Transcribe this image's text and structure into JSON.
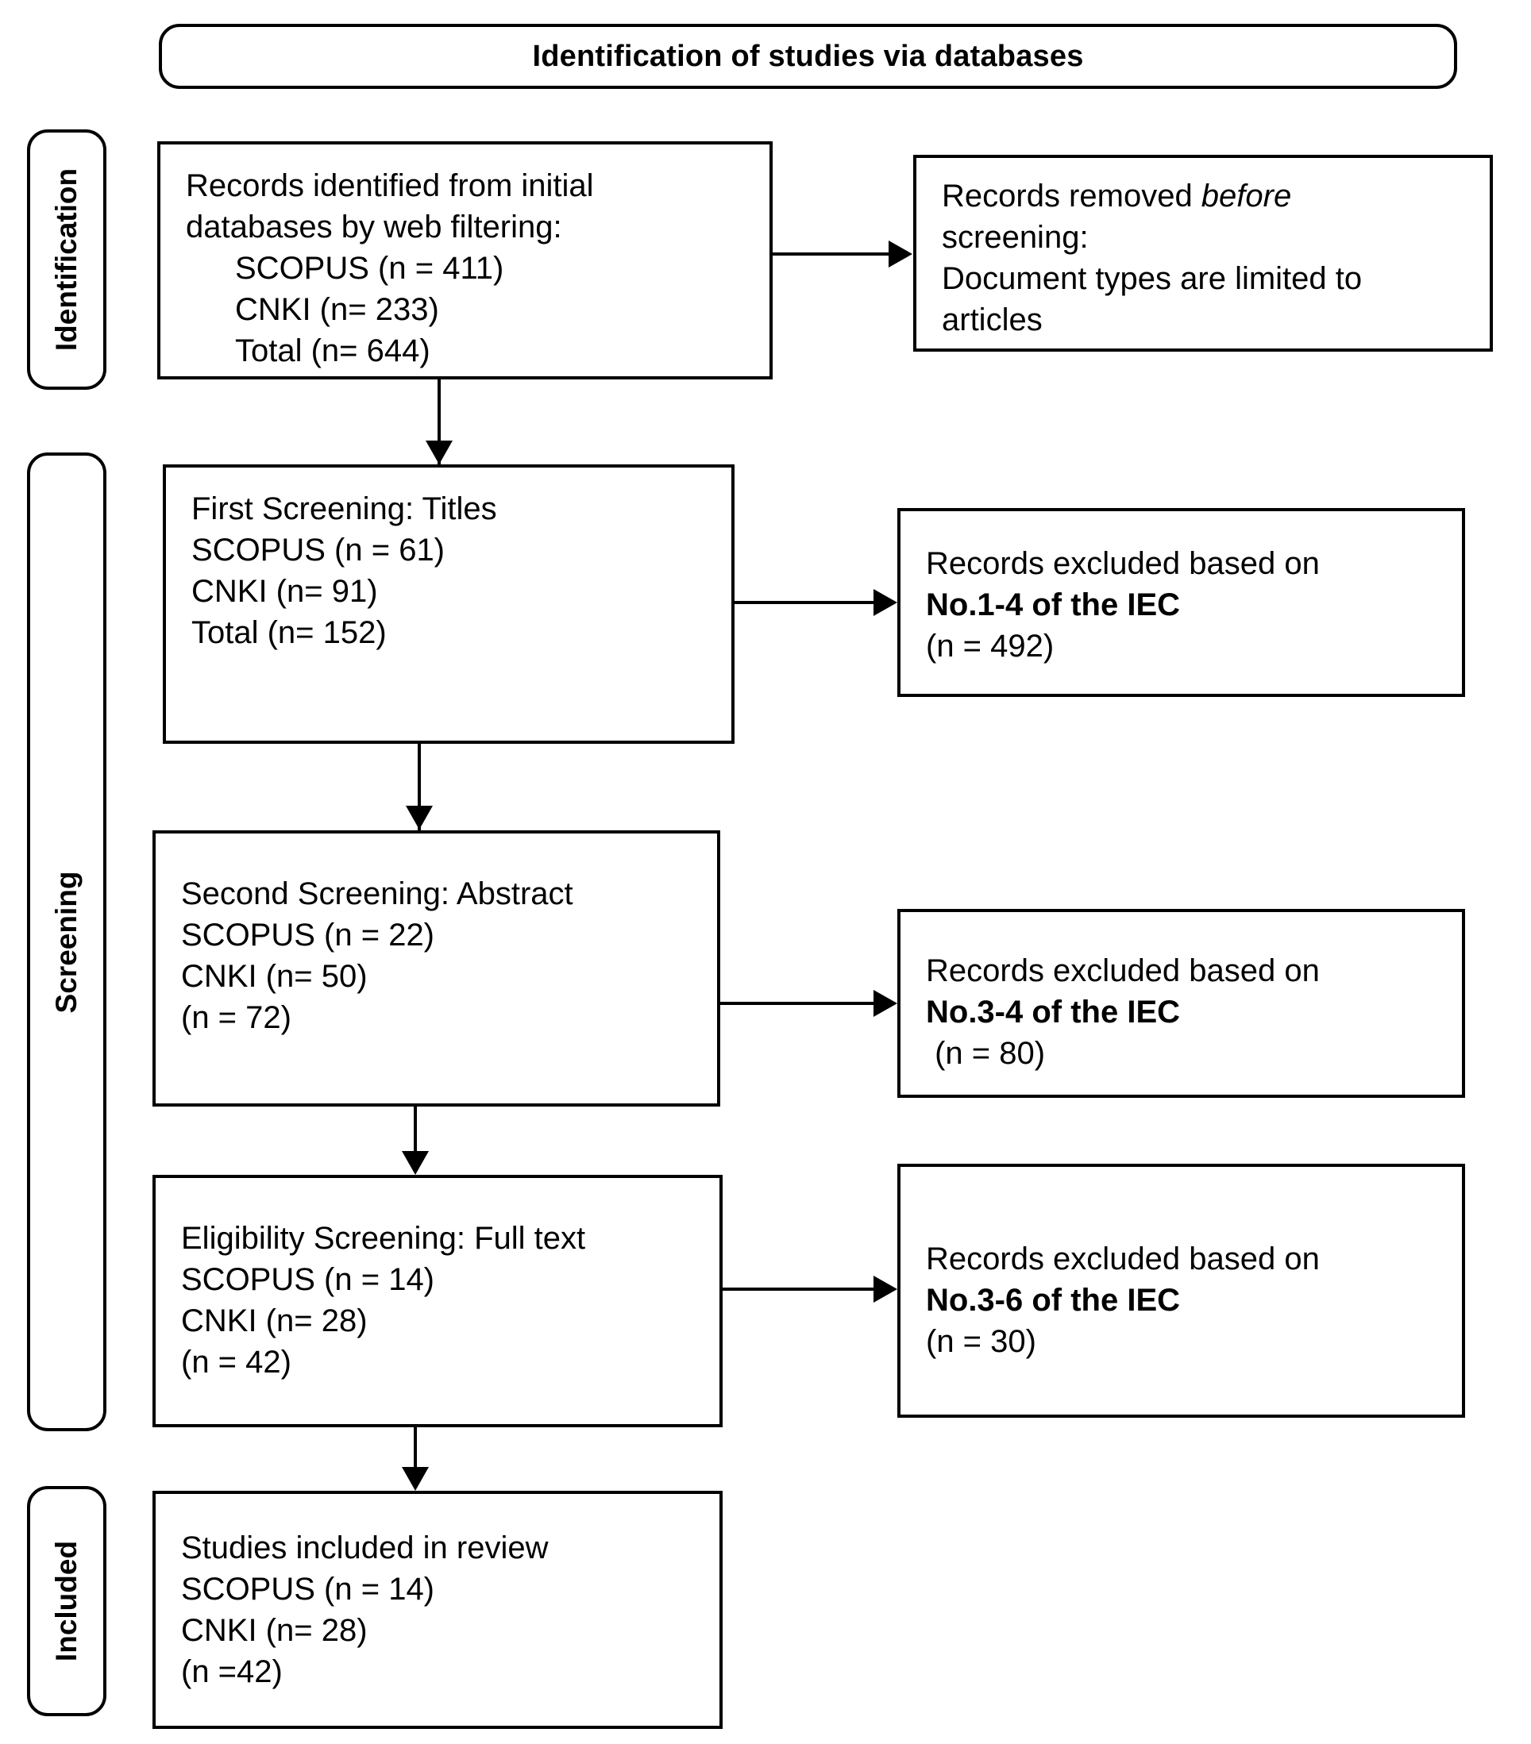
{
  "diagram": {
    "type": "prisma-flow-diagram",
    "title": "Identification of studies via databases",
    "stages": [
      {
        "id": "identification",
        "label": "Identification"
      },
      {
        "id": "screening",
        "label": "Screening"
      },
      {
        "id": "included",
        "label": "Included"
      }
    ],
    "boxes": {
      "identified": {
        "lines": [
          "Records identified from initial",
          "databases by web filtering:",
          "SCOPUS (n = 411)",
          "CNKI (n= 233)",
          "Total (n= 644)"
        ]
      },
      "removed_before_screening": {
        "lines": [
          "Records removed before",
          "screening:",
          "Document types are limited to",
          "articles"
        ],
        "italic_word": "before"
      },
      "first_screening": {
        "lines": [
          "First Screening: Titles",
          "SCOPUS (n = 61)",
          "CNKI (n= 91)",
          "Total (n= 152)"
        ]
      },
      "excluded_1": {
        "lines": [
          "Records excluded based on",
          "No.1-4 of the IEC",
          "(n = 492)"
        ]
      },
      "second_screening": {
        "lines": [
          "Second Screening: Abstract",
          "SCOPUS (n = 22)",
          "CNKI (n= 50)",
          "(n = 72)"
        ]
      },
      "excluded_2": {
        "lines": [
          "Records excluded based on",
          "No.3-4 of the IEC",
          " (n = 80)"
        ]
      },
      "eligibility_screening": {
        "lines": [
          "Eligibility Screening: Full text",
          "SCOPUS (n = 14)",
          "CNKI (n= 28)",
          "(n = 42)"
        ]
      },
      "excluded_3": {
        "lines": [
          "Records excluded based on",
          "No.3-6 of the IEC",
          "(n = 30)"
        ]
      },
      "included_studies": {
        "lines": [
          "Studies included in review",
          "SCOPUS (n = 14)",
          "CNKI (n= 28)",
          "(n =42)"
        ]
      }
    },
    "colors": {
      "stroke": "#000000",
      "background": "#ffffff",
      "text": "#000000"
    }
  }
}
